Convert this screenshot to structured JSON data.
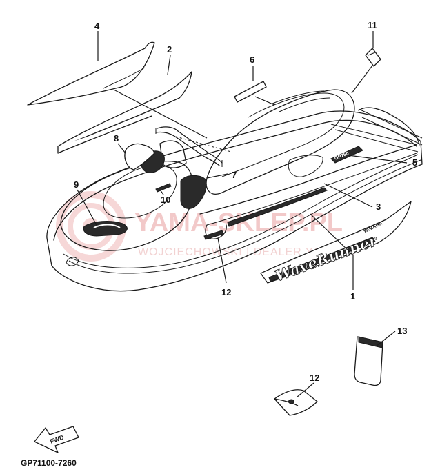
{
  "watermark": {
    "title": "YAMA-SKLEP.PL",
    "subtitle": "WOJCIECHOWSKI | DEALER YAMAHA"
  },
  "decals": {
    "wave_runner_text": "WaveRunner",
    "brand_text": "YAMAHA",
    "model_text": "GP760"
  },
  "direction_label": "FWD",
  "callouts": [
    "1",
    "2",
    "3",
    "4",
    "5",
    "6",
    "7",
    "8",
    "9",
    "10",
    "11",
    "12",
    "12",
    "13"
  ],
  "part_code": "GP71100-7260"
}
